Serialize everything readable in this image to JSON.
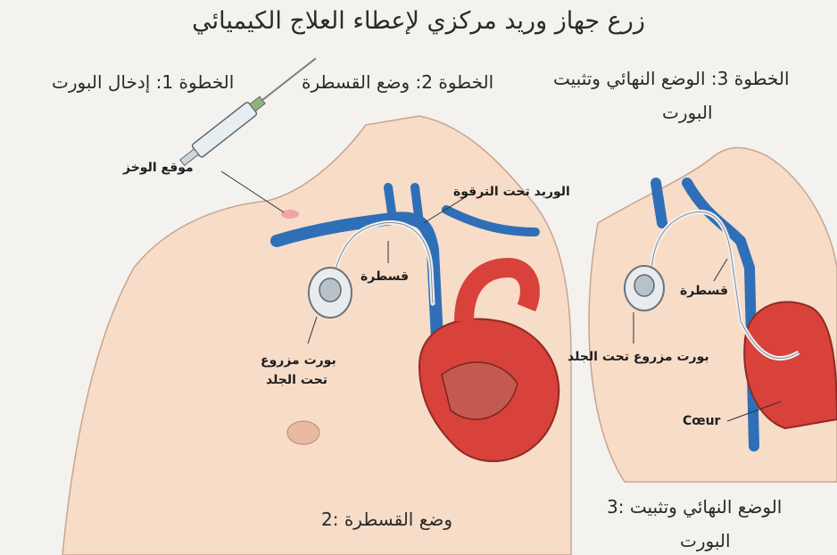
{
  "title": "زرع جهاز وريد مركزي لإعطاء العلاج الكيميائي",
  "steps": [
    {
      "label": "الخطوة 1: إدخال البورت"
    },
    {
      "label": "الخطوة 2: وضع القسطرة"
    },
    {
      "label": "الخطوة 3: الوضع النهائي وتثبيت",
      "label_line2": "البورت"
    }
  ],
  "labels": {
    "insertion_site": "موقع الوخز",
    "subclavian_vein": "الوريد تحت الترقوة",
    "catheter_left": "قسطرة",
    "implanted_port_left_1": "بورت مزروع",
    "implanted_port_left_2": "تحت الجلد",
    "catheter_right": "قسطرة",
    "implanted_port_right": "بورت مزروع تحت الجلد",
    "heart": "Cœur"
  },
  "captions": {
    "bottom_left": "وضع القسطرة :2",
    "bottom_right_line1": "الوضع النهائي وتثبيت :3",
    "bottom_right_line2": "البورت"
  },
  "colors": {
    "skin": "#f7dcc8",
    "vein": "#2f6fb8",
    "heart_red": "#d8423a",
    "heart_dark": "#b8322c"
  }
}
